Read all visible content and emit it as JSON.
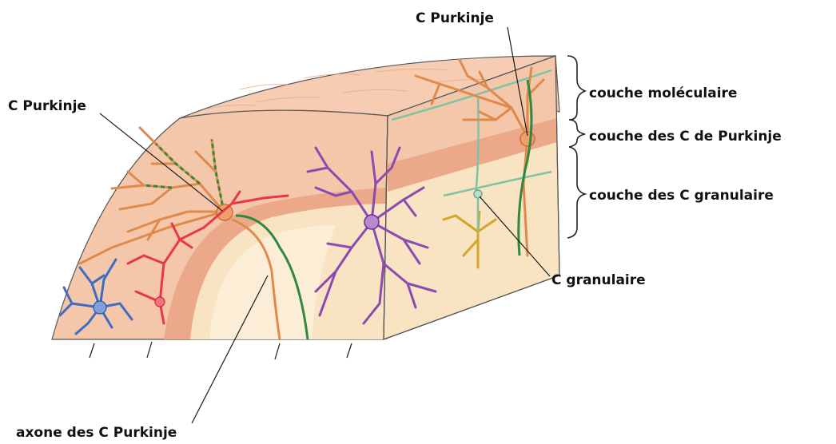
{
  "labels": {
    "purkinje_top": "C Purkinje",
    "purkinje_left": "C Purkinje",
    "molecular_layer": "couche moléculaire",
    "purkinje_layer": "couche des C de Purkinje",
    "granular_layer": "couche des C granulaire",
    "granule_cell": "C granulaire",
    "purkinje_axon": "axone des C Purkinje"
  },
  "colors": {
    "molecular": "#f4c7aa",
    "purkinje_band": "#eba98a",
    "granular": "#f8e3c2",
    "purkinje_neuron": "#df8a4a",
    "basket_cell": "#e8374a",
    "stellate_cell": "#3d6cc4",
    "golgi_cell": "#8a4ab0",
    "granule_neuron": "#d4a62a",
    "parallel_fiber": "#7ec3a5",
    "climbing_fiber": "#2e8a3e"
  }
}
